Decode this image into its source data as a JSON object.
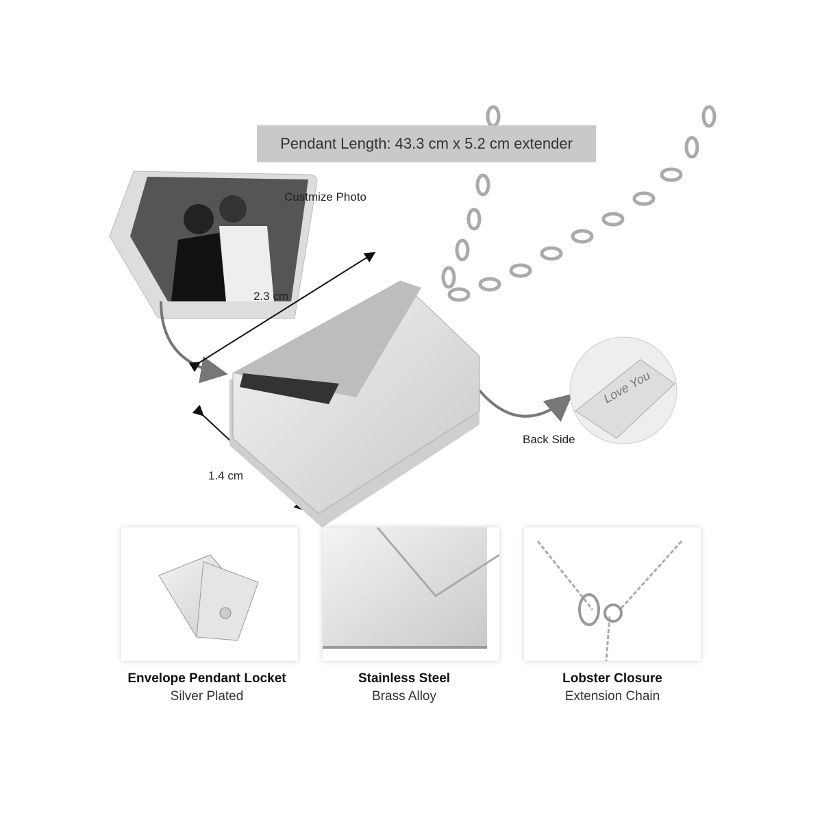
{
  "banner": {
    "text": "Pendant Length: 43.3 cm x 5.2 cm extender"
  },
  "labels": {
    "photo": "Custmize Photo",
    "width": "2.3 cm",
    "height": "1.4 cm",
    "back": "Back Side",
    "engraving": "Love You"
  },
  "features": [
    {
      "title": "Envelope Pendant Locket",
      "subtitle": "Silver Plated"
    },
    {
      "title": "Stainless Steel",
      "subtitle": "Brass Alloy"
    },
    {
      "title": "Lobster Closure",
      "subtitle": "Extension Chain"
    }
  ],
  "colors": {
    "banner": "#c9c9c9",
    "arrow": "#777777",
    "silver": "#d9d9d9"
  }
}
